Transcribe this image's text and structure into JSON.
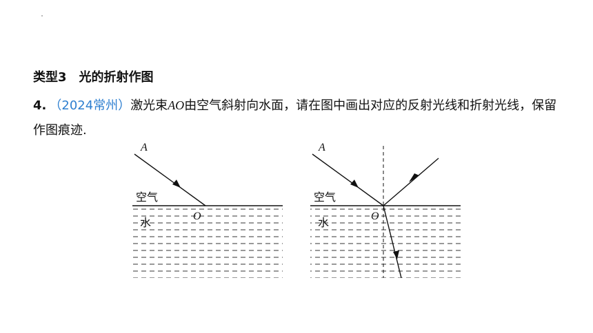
{
  "section": {
    "title": "类型3　光的折射作图"
  },
  "question": {
    "number": "4.",
    "source": "（2024常州）",
    "text_before": "激光束",
    "beam": "AO",
    "text_after": "由空气斜射向水面，请在图中画出对应的反射光线和折射光线，保留作图痕迹."
  },
  "figure_left": {
    "point_a": "A",
    "point_o": "O",
    "air": "空气",
    "water": "水"
  },
  "figure_right": {
    "point_a": "A",
    "point_o": "O",
    "air": "空气",
    "water": "水"
  },
  "colors": {
    "text": "#111111",
    "source": "#2e7fd0"
  }
}
